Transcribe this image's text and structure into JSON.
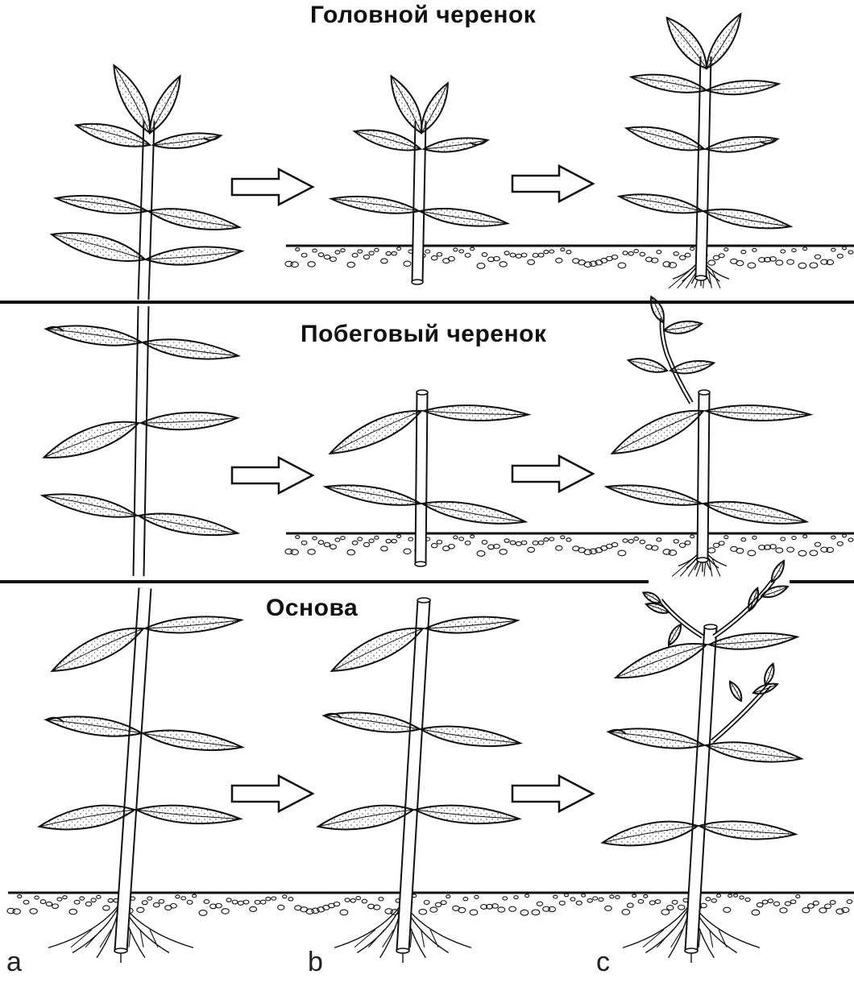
{
  "diagram": {
    "rows": [
      {
        "title": "Головной черенок"
      },
      {
        "title": "Побеговый черенок"
      },
      {
        "title": "Основа"
      }
    ],
    "column_labels": [
      "a",
      "b",
      "c"
    ]
  },
  "colors": {
    "ink": "#111111",
    "leaf_fill": "#ffffff",
    "background": "#ffffff"
  }
}
